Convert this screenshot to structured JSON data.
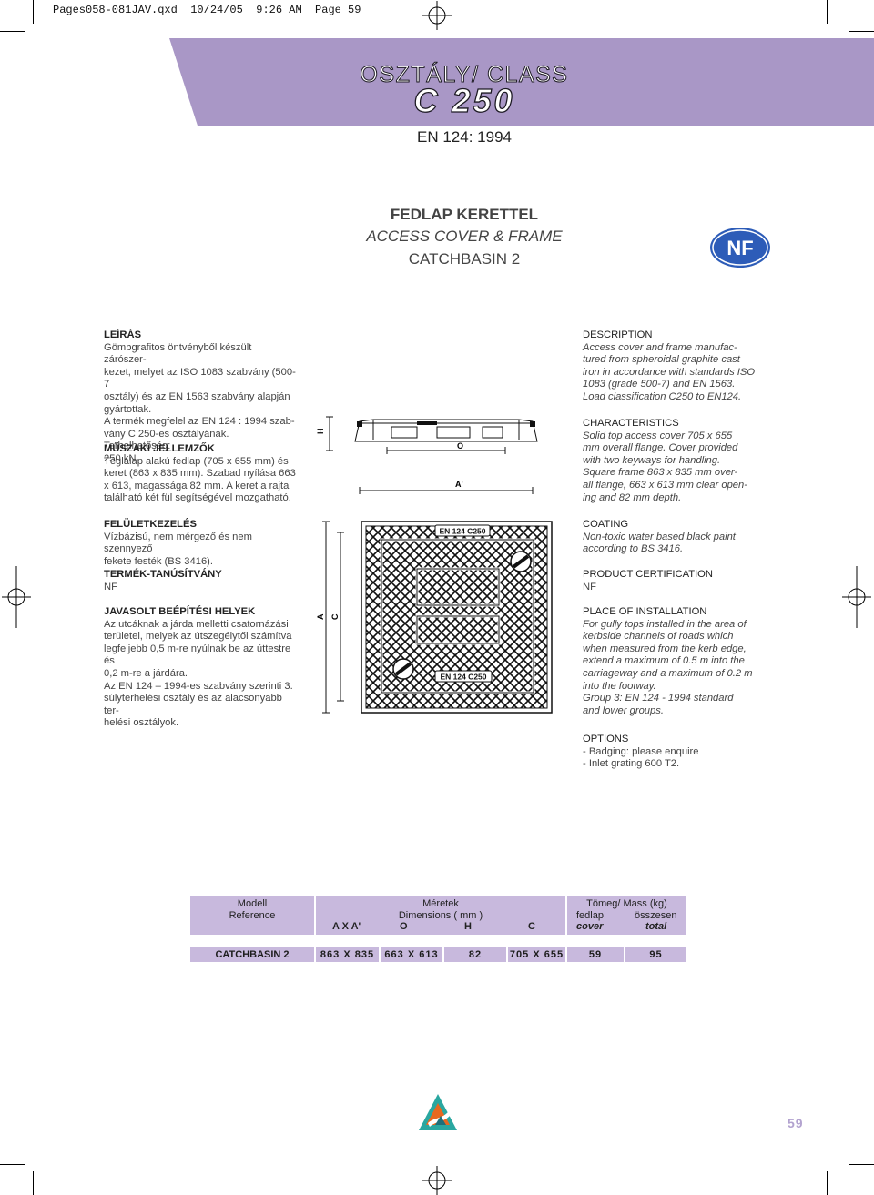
{
  "slug": "Pages058-081JAV.qxd  10/24/05  9:26 AM  Page 59",
  "header": {
    "class_title": "OSZTÁLY/ CLASS",
    "class_number": "C 250",
    "standard": "EN 124: 1994"
  },
  "product": {
    "title_hu": "FEDLAP KERETTEL",
    "title_en": "ACCESS COVER & FRAME",
    "model": "CATCHBASIN 2"
  },
  "nf_logo_text": "NF",
  "left": {
    "s1_h": "LEÍRÁS",
    "s1_lines": [
      "Gömbgrafitos öntvényből készült zárószer-",
      "kezet, melyet az ISO 1083 szabvány (500-7",
      "osztály) és az EN 1563 szabvány alapján",
      "gyártottak.",
      "A termék megfelel az EN 124 : 1994 szab-",
      "vány C 250-es osztályának. Terhelhetőség:",
      "250 kN."
    ],
    "s2_h": "MŰSZAKI JELLEMZŐK",
    "s2_lines": [
      "Téglalap alakú fedlap (705 x 655 mm) és",
      "keret (863 x 835 mm). Szabad nyílása 663",
      "x 613, magassága 82 mm. A keret a rajta",
      "található két fül segítségével mozgatható."
    ],
    "s3_h": "FELÜLETKEZELÉS",
    "s3_lines": [
      "Vízbázisú, nem mérgező és nem szennyező",
      "fekete festék (BS 3416)."
    ],
    "s4_h": "TERMÉK-TANÚSÍTVÁNY",
    "s4_lines": [
      "NF"
    ],
    "s5_h": "JAVASOLT BEÉPÍTÉSI HELYEK",
    "s5_lines": [
      "Az utcáknak a járda melletti csatornázási",
      "területei, melyek az útszegélytől számítva",
      "legfeljebb 0,5 m-re nyúlnak be az úttestre és",
      "0,2 m-re a járdára.",
      "Az EN 124 – 1994-es szabvány szerinti 3.",
      "súlyterhelési osztály és az alacsonyabb ter-",
      "helési osztályok."
    ]
  },
  "right": {
    "s1_h": "DESCRIPTION",
    "s1_lines": [
      "Access cover and frame manufac-",
      "tured from spheroidal graphite cast",
      "iron in accordance with standards ISO",
      "1083 (grade 500-7) and EN 1563.",
      "Load classification C250 to EN124."
    ],
    "s2_h": "CHARACTERISTICS",
    "s2_lines": [
      "Solid top access cover 705 x 655",
      "mm overall flange. Cover provided",
      "with two keyways for handling.",
      "Square frame 863 x 835 mm over-",
      "all flange, 663 x 613 mm clear open-",
      "ing and 82 mm depth."
    ],
    "s3_h": "COATING",
    "s3_lines": [
      "Non-toxic water based black paint",
      "according to BS 3416."
    ],
    "s4_h": "PRODUCT CERTIFICATION",
    "s4_lines": [
      "NF"
    ],
    "s5_h": "PLACE OF INSTALLATION",
    "s5_lines": [
      "For gully tops installed in the area of",
      "kerbside channels of roads which",
      "when measured from the kerb edge,",
      "extend a maximum of 0.5 m into the",
      "carriageway and a maximum of 0.2 m",
      "into the footway.",
      "Group 3: EN 124 - 1994 standard",
      "and lower groups."
    ],
    "s6_h": "OPTIONS",
    "s6_lines": [
      "- Badging: please enquire",
      "- Inlet grating 600 T2."
    ]
  },
  "drawing": {
    "label_h": "H",
    "label_o": "O",
    "label_a_prime": "A'",
    "label_a": "A",
    "label_c": "C",
    "badge_top": "EN 124 C250",
    "badge_bottom": "EN 124 C250"
  },
  "table": {
    "h_model": "Modell",
    "h_reference": "Reference",
    "h_meretek": "Méretek",
    "h_dimensions": "Dimensions ( mm )",
    "h_axa": "A X A'",
    "h_o": "O",
    "h_h": "H",
    "h_c": "C",
    "h_tomeg": "Tömeg/ Mass (kg)",
    "h_fedlap": "fedlap",
    "h_osszesen": "összesen",
    "h_cover": "cover",
    "h_total": "total",
    "row": {
      "model": "CATCHBASIN 2",
      "axa": "863 X 835",
      "o": "663 X 613",
      "h": "82",
      "c": "705 X 655",
      "cover": "59",
      "total": "95"
    }
  },
  "page_number": "59"
}
